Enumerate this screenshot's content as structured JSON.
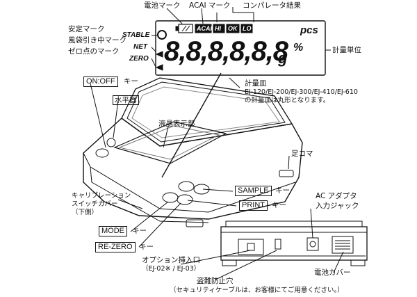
{
  "display": {
    "battery_label": "電池マーク",
    "acai_label": "ACAI マーク",
    "comparator_label": "コンパレータ結果",
    "stable_jp": "安定マーク",
    "stable_tag": "STABLE",
    "net_jp": "風袋引き中マーク",
    "net_tag": "NET",
    "zero_jp": "ゼロ点のマーク",
    "zero_tag": "ZERO",
    "acai_icon": "ACAI",
    "hi": "HI",
    "ok": "OK",
    "lo": "LO",
    "digits": "8,8,8,8,8,8",
    "pcs": "pcs",
    "g": "g",
    "percent": "%",
    "unit_label": "計量単位"
  },
  "callouts": {
    "onoff_key": "ON:OFF",
    "onoff_suffix": "キー",
    "level": "水平器",
    "lcd": "液晶表示部",
    "pan": "計量皿",
    "pan_models": "EJ-120/EJ-200/EJ-300/EJ-410/EJ-610",
    "pan_note": "の計量皿は丸形となります。",
    "foot": "足コマ",
    "cal_cover_1": "キャリブレーション",
    "cal_cover_2": "スイッチカバー",
    "cal_cover_3": "（下側）",
    "sample_key": "SAMPLE",
    "sample_suffix": "キー",
    "print_key": "PRINT",
    "print_suffix": "キー",
    "ac_adapter_1": "AC アダプタ",
    "ac_adapter_2": "入力ジャック",
    "mode_key": "MODE",
    "mode_suffix": "キー",
    "rezero_key": "RE-ZERO",
    "rezero_suffix": "キー",
    "option_1": "オプション挿入口",
    "option_2": "（EJ-02※ / EJ-03）",
    "battery_cover": "電池カバー",
    "anti_theft": "盗難防止穴",
    "anti_theft_note": "（セキュリティケーブルは、お客様にてご用意ください。）"
  },
  "colors": {
    "line": "#111111",
    "fill": "#ffffff",
    "shade": "#dddddd"
  }
}
